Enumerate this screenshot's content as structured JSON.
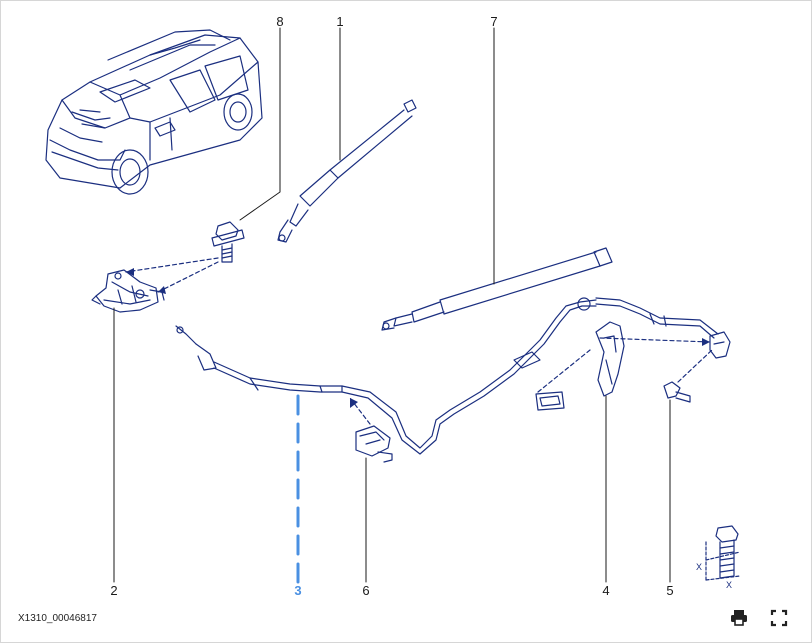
{
  "diagram": {
    "callouts": {
      "c1": "1",
      "c2": "2",
      "c3": "3",
      "c4": "4",
      "c5": "5",
      "c6": "6",
      "c7": "7",
      "c8": "8"
    },
    "active_callout": "3",
    "detail_labels": {
      "x1": "X",
      "x2": "X"
    },
    "reference": "X1310_00046817",
    "colors": {
      "line": "#1b2f80",
      "highlight": "#4a90e2"
    }
  },
  "toolbar": {
    "icons": [
      "print-icon",
      "fullscreen-icon"
    ]
  }
}
